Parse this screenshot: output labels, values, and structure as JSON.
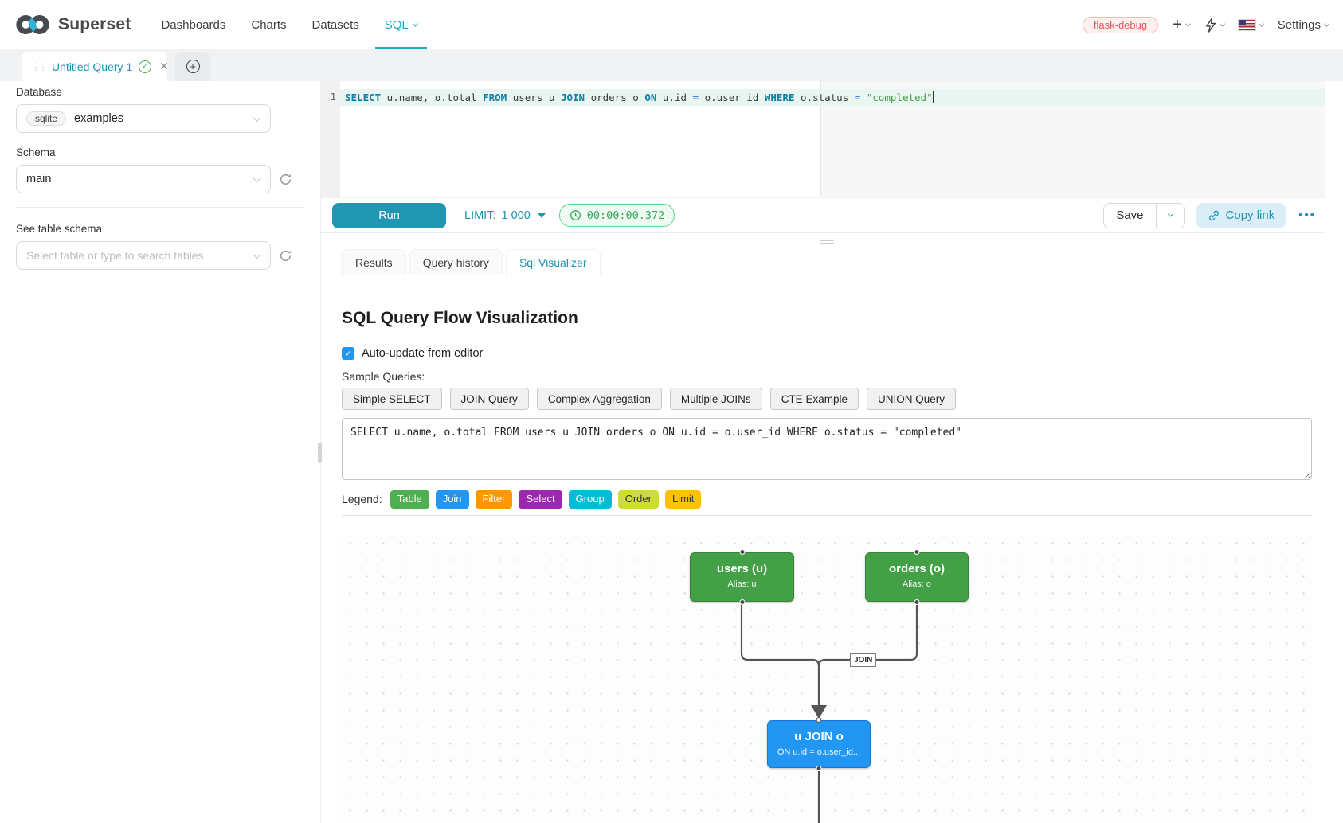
{
  "nav": {
    "brand": "Superset",
    "items": [
      {
        "label": "Dashboards",
        "active": false
      },
      {
        "label": "Charts",
        "active": false
      },
      {
        "label": "Datasets",
        "active": false
      },
      {
        "label": "SQL",
        "active": true
      }
    ],
    "env_badge": "flask-debug",
    "settings_label": "Settings"
  },
  "query_tab": {
    "title": "Untitled Query 1"
  },
  "sidebar": {
    "database_label": "Database",
    "database_type": "sqlite",
    "database_value": "examples",
    "schema_label": "Schema",
    "schema_value": "main",
    "table_label": "See table schema",
    "table_placeholder": "Select table or type to search tables"
  },
  "editor": {
    "line_number": "1",
    "tokens": [
      {
        "t": "SELECT",
        "c": "kw"
      },
      {
        "t": " u.name, o.total ",
        "c": "plain"
      },
      {
        "t": "FROM",
        "c": "kw"
      },
      {
        "t": " users u ",
        "c": "plain"
      },
      {
        "t": "JOIN",
        "c": "kw"
      },
      {
        "t": " orders o ",
        "c": "plain"
      },
      {
        "t": "ON",
        "c": "kw"
      },
      {
        "t": " u.id ",
        "c": "plain"
      },
      {
        "t": "=",
        "c": "op"
      },
      {
        "t": " o.user_id ",
        "c": "plain"
      },
      {
        "t": "WHERE",
        "c": "kw"
      },
      {
        "t": " o.status ",
        "c": "plain"
      },
      {
        "t": "=",
        "c": "op"
      },
      {
        "t": " ",
        "c": "plain"
      },
      {
        "t": "\"completed\"",
        "c": "str"
      }
    ]
  },
  "toolbar": {
    "run_label": "Run",
    "limit_label": "LIMIT:",
    "limit_value": "1 000",
    "timer": "00:00:00.372",
    "save_label": "Save",
    "copy_link_label": "Copy link"
  },
  "south_tabs": [
    {
      "label": "Results",
      "active": false
    },
    {
      "label": "Query history",
      "active": false
    },
    {
      "label": "Sql Visualizer",
      "active": true
    }
  ],
  "visualizer": {
    "title": "SQL Query Flow Visualization",
    "auto_update_label": "Auto-update from editor",
    "auto_update_checked": true,
    "sample_queries_label": "Sample Queries:",
    "sample_buttons": [
      "Simple SELECT",
      "JOIN Query",
      "Complex Aggregation",
      "Multiple JOINs",
      "CTE Example",
      "UNION Query"
    ],
    "sql_text": "SELECT u.name, o.total FROM users u JOIN orders o ON u.id = o.user_id WHERE o.status = \"completed\"",
    "legend_label": "Legend:",
    "legend": [
      {
        "label": "Table",
        "color": "#4caf50",
        "text_color": "#ffffff"
      },
      {
        "label": "Join",
        "color": "#2196f3",
        "text_color": "#ffffff"
      },
      {
        "label": "Filter",
        "color": "#ff9800",
        "text_color": "#ffffff"
      },
      {
        "label": "Select",
        "color": "#9c27b0",
        "text_color": "#ffffff"
      },
      {
        "label": "Group",
        "color": "#00bcd4",
        "text_color": "#ffffff"
      },
      {
        "label": "Order",
        "color": "#cddc39",
        "text_color": "#333333"
      },
      {
        "label": "Limit",
        "color": "#ffc107",
        "text_color": "#333333"
      }
    ],
    "flow": {
      "nodes": [
        {
          "title": "users (u)",
          "subtitle": "Alias: u",
          "color": "#43a047",
          "border": "#38843c"
        },
        {
          "title": "orders (o)",
          "subtitle": "Alias: o",
          "color": "#43a047",
          "border": "#38843c"
        },
        {
          "title": "u JOIN o",
          "subtitle": "ON u.id = o.user_id...",
          "color": "#2196f3",
          "border": "#1976d2"
        }
      ],
      "edge_label": "JOIN"
    }
  },
  "colors": {
    "accent": "#20a7c9",
    "run_button": "#2096b2",
    "timer_green": "#37a95c",
    "env_badge_red": "#e25a61"
  }
}
